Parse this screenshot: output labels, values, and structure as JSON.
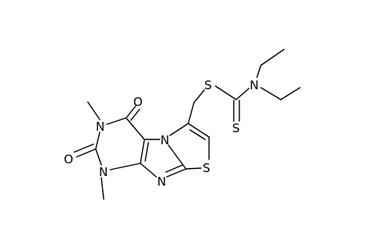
{
  "molecule": {
    "atoms": [
      {
        "id": "o_top",
        "label": "O"
      },
      {
        "id": "n3",
        "label": "N"
      },
      {
        "id": "o_left",
        "label": "O"
      },
      {
        "id": "n1",
        "label": "N"
      },
      {
        "id": "n_bottom",
        "label": "N"
      },
      {
        "id": "n_bridge",
        "label": "N"
      },
      {
        "id": "s_ring",
        "label": "S"
      },
      {
        "id": "s_link",
        "label": "S"
      },
      {
        "id": "n_amine",
        "label": "N"
      },
      {
        "id": "s_thione",
        "label": "S"
      }
    ]
  }
}
